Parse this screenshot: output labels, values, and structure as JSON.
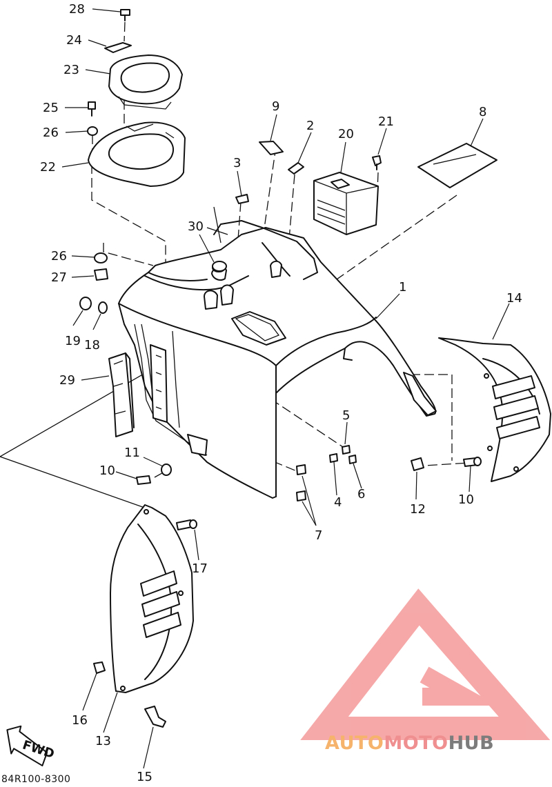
{
  "diagram": {
    "document_code": "84R100-8300",
    "fwd_label": "FWD",
    "watermark": {
      "parts": [
        "AUTO",
        "MOTO",
        "HUB"
      ],
      "colors": [
        "#f5b36b",
        "#f08f8f",
        "#7c7c7c"
      ],
      "logo_color": "#f59a9a"
    },
    "callouts": [
      "28",
      "24",
      "23",
      "25",
      "26",
      "22",
      "9",
      "2",
      "21",
      "20",
      "8",
      "3",
      "30",
      "26",
      "27",
      "19",
      "18",
      "29",
      "1",
      "14",
      "5",
      "11",
      "10",
      "4",
      "6",
      "12",
      "10",
      "7",
      "17",
      "16",
      "13",
      "15"
    ]
  }
}
